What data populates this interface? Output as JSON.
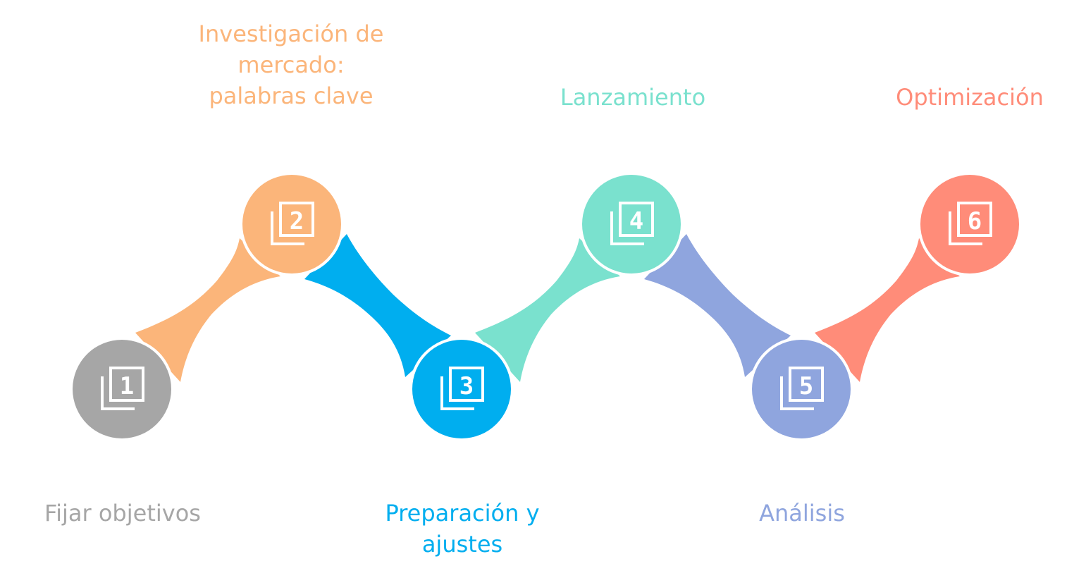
{
  "steps": [
    {
      "number": "1",
      "label": "Fijar objetivos",
      "color": "#A6A6A6",
      "icon": "filter-1-icon"
    },
    {
      "number": "2",
      "label": "Investigación de\nmercado:\npalabras clave",
      "color": "#FBB57A",
      "icon": "filter-2-icon"
    },
    {
      "number": "3",
      "label": "Preparación y\najustes",
      "color": "#00AEEF",
      "icon": "filter-3-icon"
    },
    {
      "number": "4",
      "label": "Lanzamiento",
      "color": "#7AE1CE",
      "icon": "filter-4-icon"
    },
    {
      "number": "5",
      "label": "Análisis",
      "color": "#8FA5DE",
      "icon": "filter-5-icon"
    },
    {
      "number": "6",
      "label": "Optimización",
      "color": "#FF8C79",
      "icon": "filter-6-icon"
    }
  ],
  "text_colors": [
    "#A6A6A6",
    "#FBB57A",
    "#00AEEF",
    "#7AE1CE",
    "#8FA5DE",
    "#FF8C79"
  ]
}
